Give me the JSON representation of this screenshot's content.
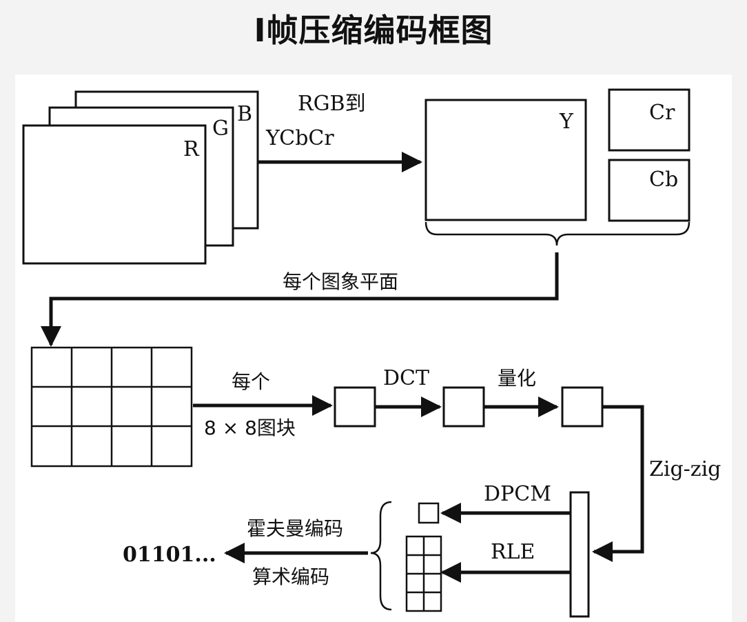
{
  "title": "I帧压缩编码框图",
  "labels": {
    "b": "B",
    "g": "G",
    "r": "R",
    "rgb_to_line1": "RGB到",
    "rgb_to_line2": "YCbCr",
    "y": "Y",
    "cr": "Cr",
    "cb": "Cb",
    "per_plane": "每个图象平面",
    "per_block_line1": "每个",
    "per_block_line2": "8 × 8图块",
    "dct": "DCT",
    "quant": "量化",
    "zigzag": "Zig-zig",
    "dpcm": "DPCM",
    "rle": "RLE",
    "huffman": "霍夫曼编码",
    "arith": "算术编码",
    "output": "01101..."
  }
}
